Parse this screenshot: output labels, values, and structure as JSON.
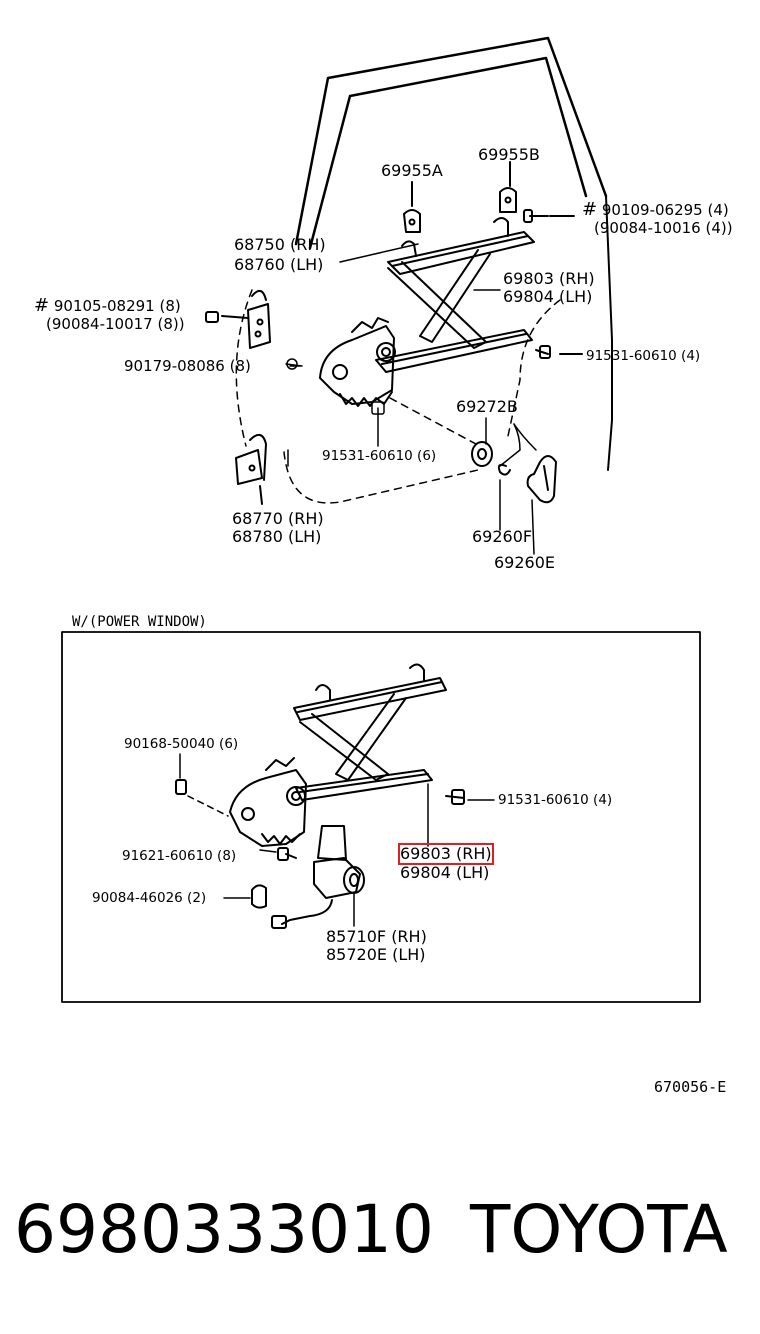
{
  "labels": {
    "l69955a": "69955A",
    "l69955b": "69955B",
    "l90109": "90109-06295 (4)",
    "l90084_10016": "(90084-10016 (4))",
    "l68750": "68750 (RH)",
    "l68760": "68760 (LH)",
    "l69803_top": "69803 (RH)",
    "l69804_top": "69804 (LH)",
    "l90105": "90105-08291 (8)",
    "l90084_10017": "(90084-10017 (8))",
    "l90179": "90179-08086 (8)",
    "l91531_4_top": "91531-60610 (4)",
    "l69272b": "69272B",
    "l91531_6": "91531-60610 (6)",
    "l68770": "68770 (RH)",
    "l68780": "68780 (LH)",
    "l69260f": "69260F",
    "l69260e": "69260E",
    "l90168": "90168-50040 (6)",
    "l91531_4_bot": "91531-60610 (4)",
    "l91621": "91621-60610 (8)",
    "l69803_bot": "69803 (RH)",
    "l69804_bot": "69804 (LH)",
    "l90084_46026": "90084-46026 (2)",
    "l85710f": "85710F (RH)",
    "l85720e": "85720E (LH)"
  },
  "hash_mark": "#",
  "power_window_title": "W/(POWER WINDOW)",
  "reference_code": "670056-E",
  "part_number": "6980333010",
  "brand": "TOYOTA",
  "highlight_color": "#e02020"
}
